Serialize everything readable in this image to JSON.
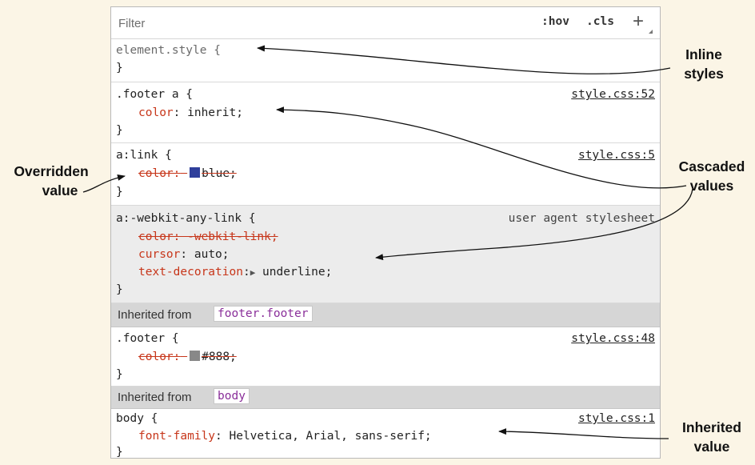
{
  "filter": {
    "placeholder": "Filter",
    "hov": ":hov",
    "cls": ".cls",
    "plus": "+"
  },
  "rules": {
    "element_style": {
      "selector": "element.style {",
      "close": "}"
    },
    "footer_a": {
      "selector": ".footer a {",
      "source": "style.css:52",
      "prop": "color",
      "value": " inherit;",
      "close": "}"
    },
    "a_link": {
      "selector": "a:link {",
      "source": "style.css:5",
      "prop": "color:",
      "value": "blue;",
      "swatch": "#2f3f9b",
      "close": "}"
    },
    "webkit_any_link": {
      "selector": "a:-webkit-any-link {",
      "source": "user agent stylesheet",
      "prop1": "color: -webkit-link;",
      "prop2": "cursor",
      "value2": " auto;",
      "prop3": "text-decoration",
      "value3": " underline;",
      "close": "}"
    }
  },
  "inherited_footer": {
    "label": "Inherited from",
    "chip": "footer.footer"
  },
  "footer": {
    "selector": ".footer {",
    "source": "style.css:48",
    "prop": "color:",
    "value": "#888;",
    "swatch": "#888888",
    "close": "}"
  },
  "inherited_body": {
    "label": "Inherited from",
    "chip": "body"
  },
  "body_rule": {
    "selector": "body {",
    "source": "style.css:1",
    "prop": "font-family",
    "value": " Helvetica, Arial, sans-serif;",
    "close": "}"
  },
  "annotations": {
    "inline": [
      "Inline",
      "styles"
    ],
    "overridden": [
      "Overridden",
      "value"
    ],
    "cascaded": [
      "Cascaded",
      "values"
    ],
    "inherited": [
      "Inherited",
      "value"
    ]
  }
}
